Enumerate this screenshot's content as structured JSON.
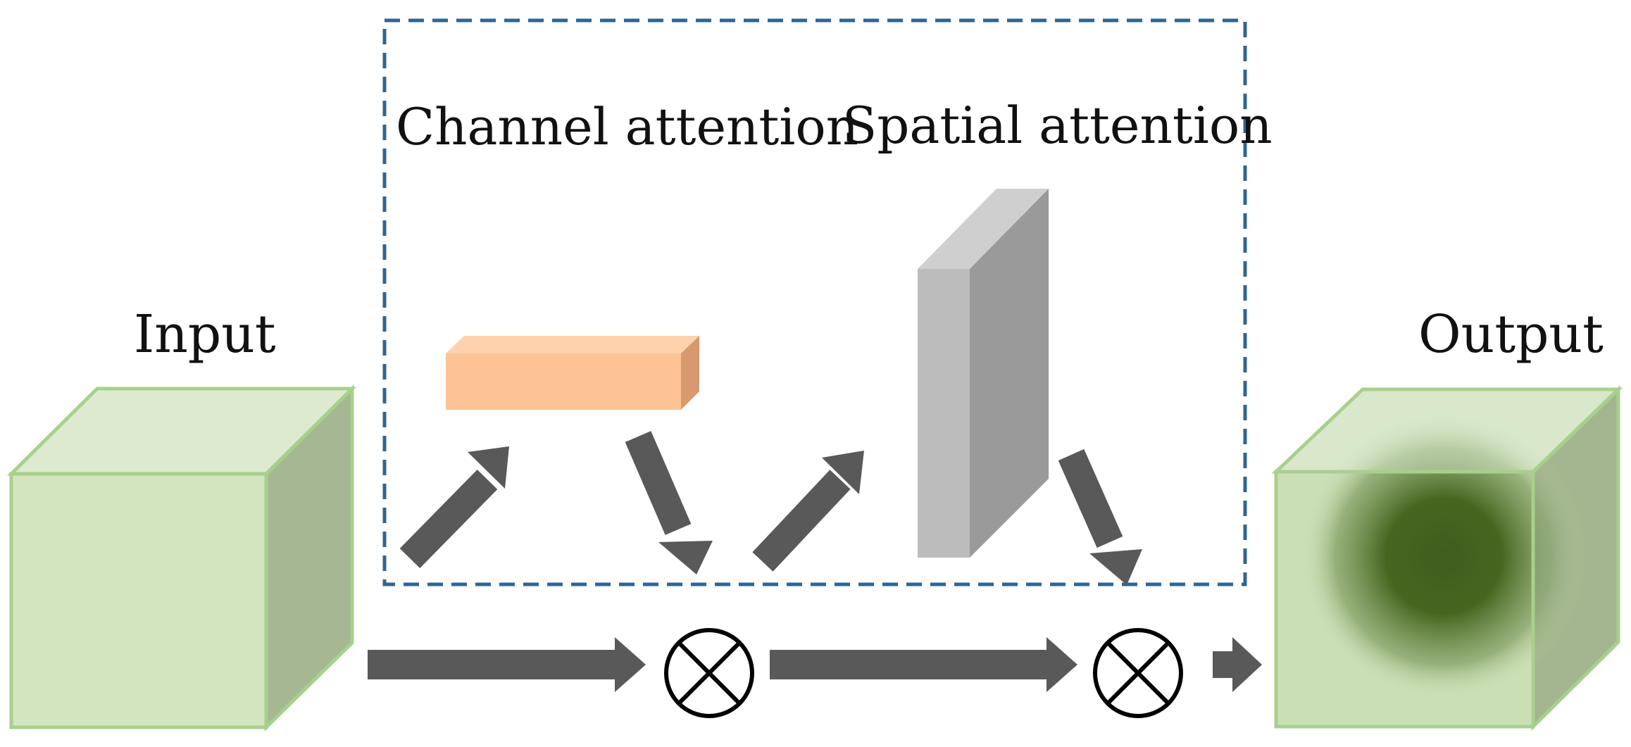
{
  "labels": {
    "input": "Input",
    "output": "Output",
    "channel_attention": "Channel attention",
    "spatial_attention": "Spatial attention"
  },
  "colors": {
    "input_cube_front": "#d3e5bf",
    "input_cube_top": "#dcebd0",
    "input_cube_side": "#a6b893",
    "cube_edge": "#a8d08d",
    "channel_block_front": "#fdc394",
    "channel_block_top": "#fdd2ad",
    "channel_block_side": "#d79a6f",
    "spatial_block_front": "#bcbcbc",
    "spatial_block_top": "#cfcfcf",
    "spatial_block_side": "#9a9a9a",
    "output_blob": "#3f5e1e",
    "arrow": "#595959",
    "dashed_box": "#31658f"
  },
  "operators": [
    "multiply",
    "multiply"
  ]
}
